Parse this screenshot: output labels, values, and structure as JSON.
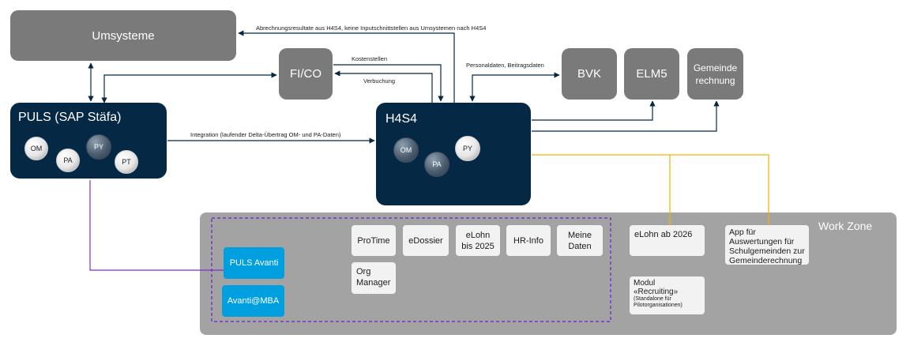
{
  "colors": {
    "grey_box": "#7a7a7a",
    "navy_box": "#052845",
    "work_zone": "#a3a3a3",
    "connector": "#052845",
    "yellow_line": "#f0b400",
    "purple_line": "#7b2fd0",
    "blue_button": "#00a0e0"
  },
  "umsysteme": {
    "label": "Umsysteme"
  },
  "fico": {
    "label": "FI/CO"
  },
  "bvk": {
    "label": "BVK"
  },
  "elm5": {
    "label": "ELM5"
  },
  "gemeinde": {
    "line1": "Gemeinde",
    "line2": "rechnung"
  },
  "puls": {
    "title": "PULS (SAP Stäfa)",
    "modules": [
      "OM",
      "PA",
      "PY",
      "PT"
    ]
  },
  "h4s4": {
    "title": "H4S4",
    "modules": [
      "OM",
      "PA",
      "PY"
    ]
  },
  "edges": {
    "abrechnung": "Abrechnungsresultate aus H4S4, keine Inputschnittstellen aus Umsystemen nach H4S4",
    "kostenstellen": "Kostenstellen",
    "verbuchung": "Verbuchung",
    "personaldaten": "Personaldaten, Beitragsdaten",
    "integration": "Integration (laufender Delta-Übertrag OM- und PA-Daten)"
  },
  "work_zone": {
    "label": "Work Zone",
    "tiles": {
      "protime": "ProTime",
      "edossier": "eDossier",
      "elohn_line1": "eLohn",
      "elohn_line2": "bis 2025",
      "hrinfo": "HR-Info",
      "meine_line1": "Meine",
      "meine_line2": "Daten",
      "org_line1": "Org",
      "org_line2": "Manager",
      "elohn2026": "eLohn ab 2026",
      "app_line1": "App für",
      "app_line2": "Auswertungen für",
      "app_line3": "Schulgemeinden zur",
      "app_line4": "Gemeinderechnung",
      "modul_line1": "Modul",
      "modul_line2": "«Recruiting»",
      "modul_line3": "(Standalone für",
      "modul_line4": "Pilotorganisationen)"
    },
    "buttons": {
      "puls_avanti": "PULS Avanti",
      "avanti_mba": "Avanti@MBA"
    }
  }
}
